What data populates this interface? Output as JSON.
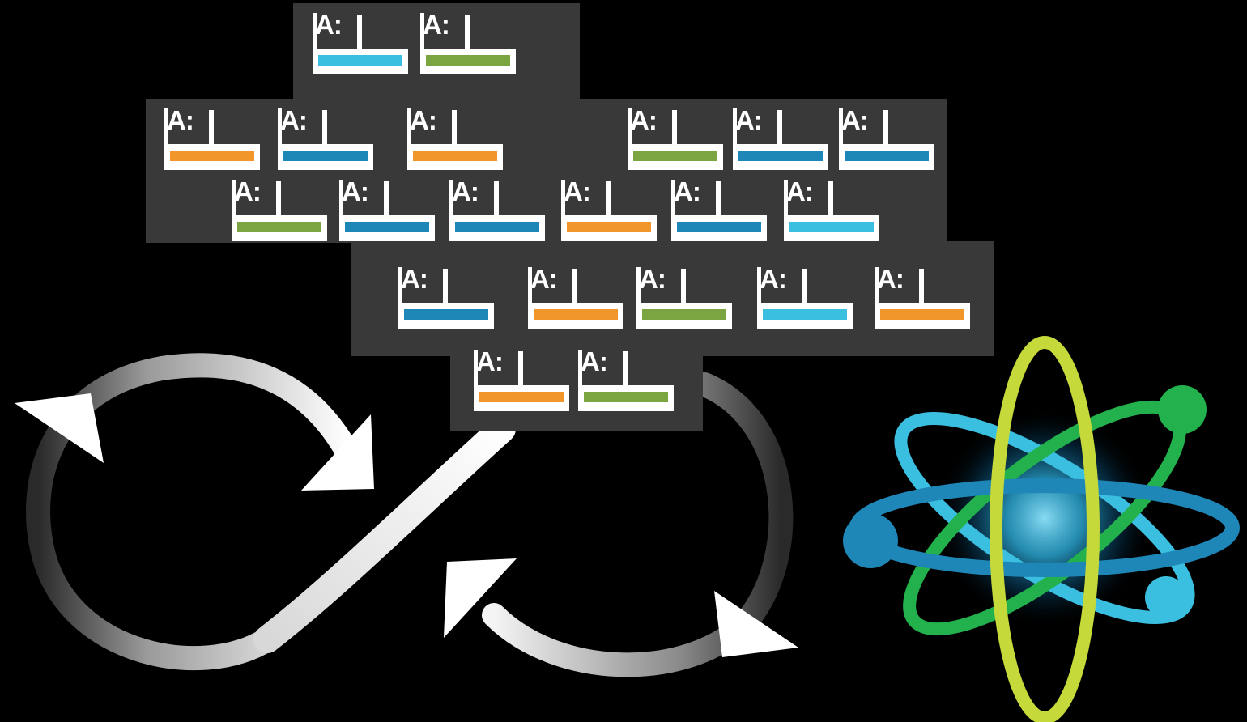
{
  "diagram": {
    "drives": [
      {
        "label": "A:",
        "color": "#3bbfe0"
      },
      {
        "label": "A:",
        "color": "#7ba540"
      },
      {
        "label": "A:",
        "color": "#f0962a"
      },
      {
        "label": "A:",
        "color": "#1f86b8"
      },
      {
        "label": "A:",
        "color": "#f0962a"
      },
      {
        "label": "A:",
        "color": "#7ba540"
      },
      {
        "label": "A:",
        "color": "#1f86b8"
      },
      {
        "label": "A:",
        "color": "#1f86b8"
      },
      {
        "label": "A:",
        "color": "#7ba540"
      },
      {
        "label": "A:",
        "color": "#1f86b8"
      },
      {
        "label": "A:",
        "color": "#1f86b8"
      },
      {
        "label": "A:",
        "color": "#f0962a"
      },
      {
        "label": "A:",
        "color": "#1f86b8"
      },
      {
        "label": "A:",
        "color": "#3bbfe0"
      },
      {
        "label": "A:",
        "color": "#1f86b8"
      },
      {
        "label": "A:",
        "color": "#f0962a"
      },
      {
        "label": "A:",
        "color": "#7ba540"
      },
      {
        "label": "A:",
        "color": "#3bbfe0"
      },
      {
        "label": "A:",
        "color": "#f0962a"
      },
      {
        "label": "A:",
        "color": "#f0962a"
      },
      {
        "label": "A:",
        "color": "#7ba540"
      }
    ],
    "colors": {
      "background": "#000000",
      "panel": "#3a393a",
      "loop": "#ffffff",
      "atom_blue": "#1f86b8",
      "atom_cyan": "#3bbfe0",
      "atom_green": "#22b14c",
      "atom_yellow_green": "#c6d93a"
    },
    "icons": [
      "infinity-loop-icon",
      "atom-icon"
    ]
  }
}
